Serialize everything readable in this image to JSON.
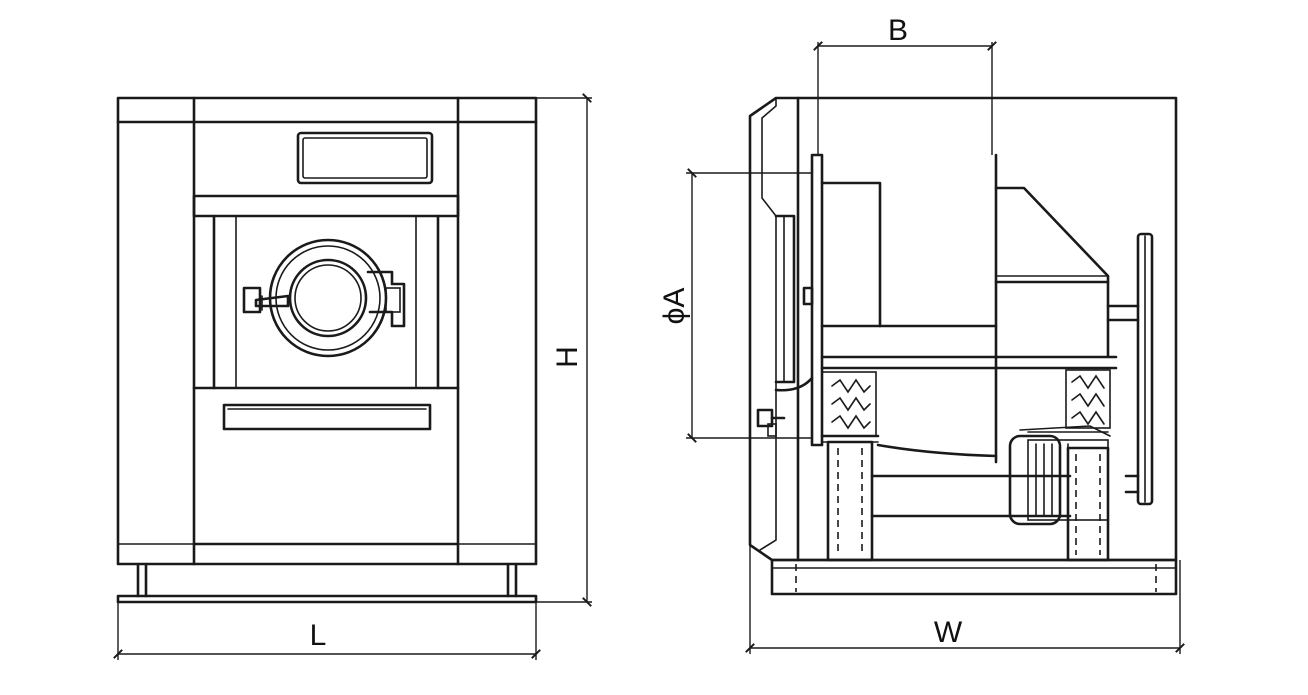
{
  "diagram": {
    "front_view": {
      "label_width": "L",
      "label_height": "H"
    },
    "side_view": {
      "label_width": "W",
      "label_drum_depth": "B",
      "label_drum_diameter": "ϕA"
    }
  }
}
